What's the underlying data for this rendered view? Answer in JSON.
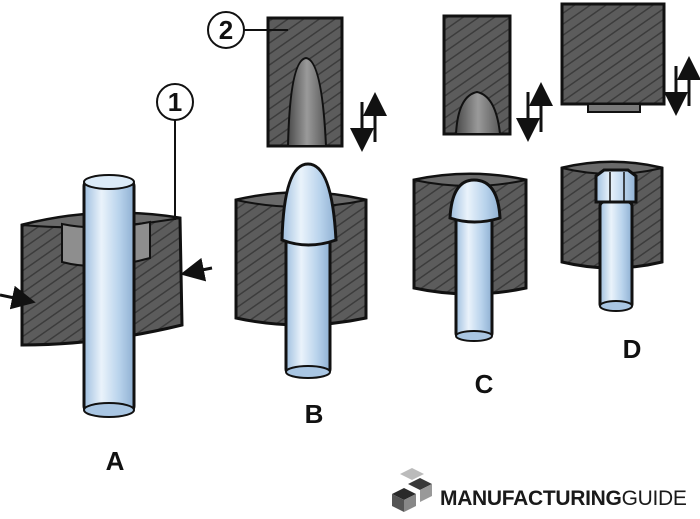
{
  "callouts": [
    {
      "number": "1"
    },
    {
      "number": "2"
    }
  ],
  "stages": [
    {
      "label": "A"
    },
    {
      "label": "B"
    },
    {
      "label": "C"
    },
    {
      "label": "D"
    }
  ],
  "logo": {
    "text_bold": "MANUFACTURING",
    "text_light": "GUIDE"
  },
  "colors": {
    "die_body": "#5a5a5a",
    "die_hatch": "#3a3a3a",
    "die_inner": "#8a8a8a",
    "workpiece": "#b8d4ee",
    "workpiece_highlight": "#e8f2fb",
    "outline": "#111111"
  }
}
